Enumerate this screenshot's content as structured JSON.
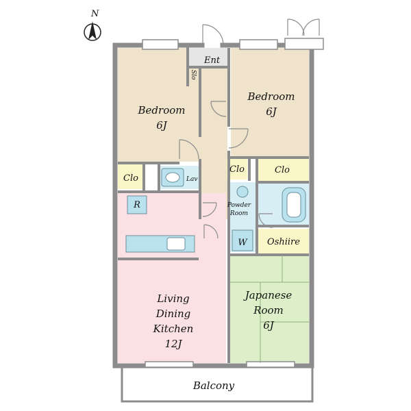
{
  "compass": {
    "label": "N"
  },
  "rooms": {
    "entrance": {
      "label": "Ent",
      "color": "#e6e6e6"
    },
    "shoe_storage": {
      "label": "Slo"
    },
    "bedroom_left": {
      "line1": "Bedroom",
      "line2": "6J",
      "color": "#efe3cb"
    },
    "bedroom_right": {
      "line1": "Bedroom",
      "line2": "6J",
      "color": "#efe3cb"
    },
    "closet_left": {
      "label": "Clo",
      "color": "#fbf6c8"
    },
    "closet_mid": {
      "label": "Clo",
      "color": "#fbf6c8"
    },
    "closet_right": {
      "label": "Clo",
      "color": "#fbf6c8"
    },
    "lavatory": {
      "label": "Lav",
      "color": "#d6eef4"
    },
    "powder_room": {
      "line1": "Powder",
      "line2": "Room",
      "color": "#d6eef4"
    },
    "washer": {
      "label": "W"
    },
    "refrigerator": {
      "label": "R"
    },
    "oshiire": {
      "label": "Oshiire",
      "color": "#fbf6c8"
    },
    "ldk": {
      "line1": "Living",
      "line2": "Dining",
      "line3": "Kitchen",
      "line4": "12J",
      "color": "#fbe1e4"
    },
    "japanese_room": {
      "line1": "Japanese",
      "line2": "Room",
      "line3": "6J",
      "color": "#dcefc8"
    },
    "balcony": {
      "label": "Balcony"
    },
    "hallway": {
      "color": "#efe3cb"
    },
    "bath": {
      "color": "#d6eef4"
    }
  },
  "colors": {
    "wall": "#8c8c8c",
    "fixture": "#b9e1ee",
    "fixture_stroke": "#6b8f9a"
  }
}
